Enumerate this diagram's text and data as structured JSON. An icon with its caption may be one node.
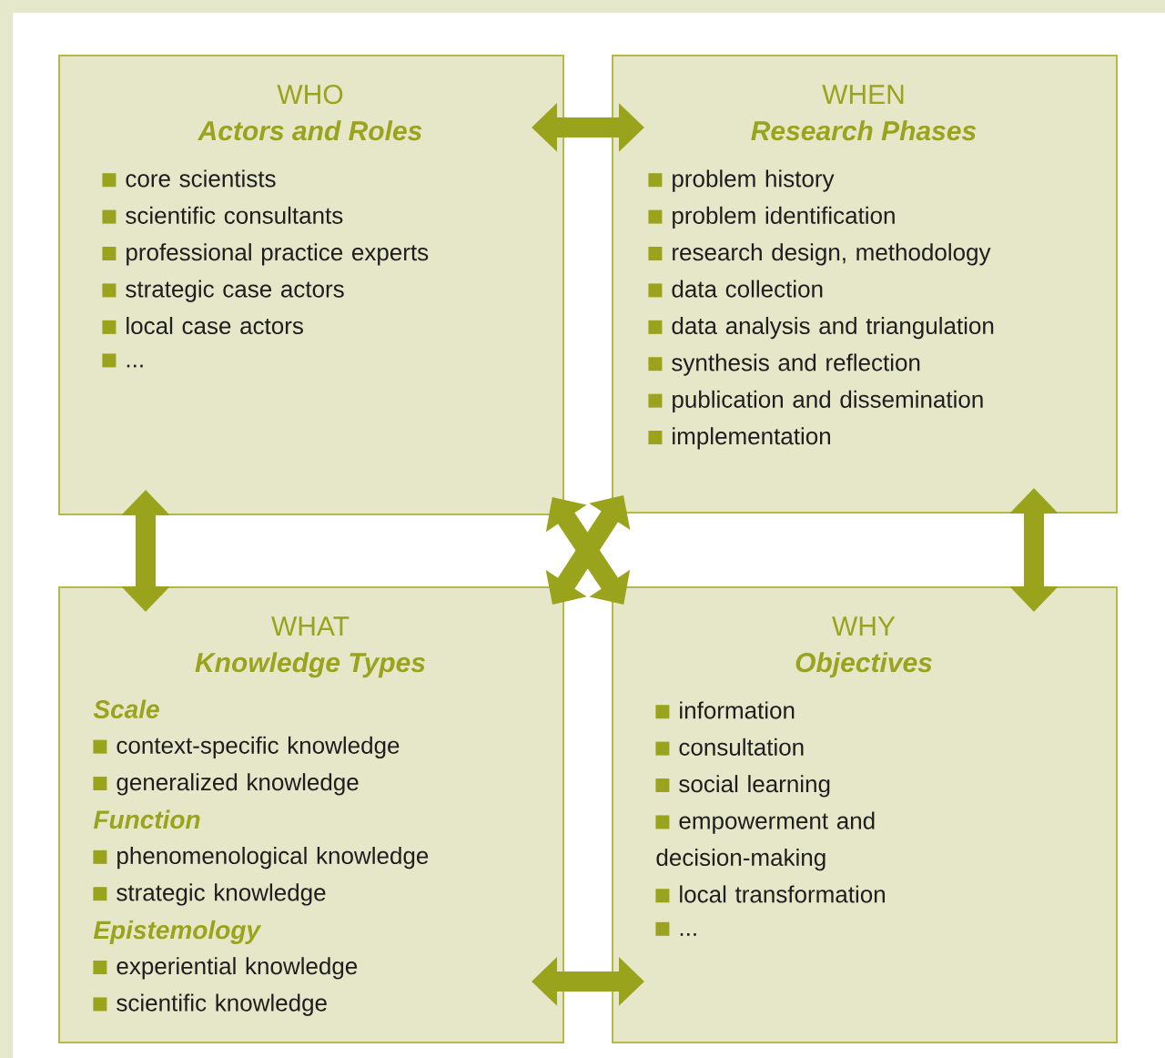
{
  "diagram": {
    "nodes": [
      {
        "text": [
          "WHO",
          "Actors and Roles",
          "core scientists",
          "scientific consultants",
          "professional practice experts",
          "strategic case actors",
          "local case actors",
          "..."
        ]
      },
      {
        "text": [
          "WHEN",
          "Research Phases",
          "problem history",
          "problem identification",
          "research design, methodology",
          "data collection",
          "data analysis and triangulation",
          "synthesis and reflection",
          "publication and dissemination",
          "implementation"
        ]
      },
      {
        "text": [
          "WHAT",
          "Knowledge Types",
          "Scale",
          "context-specific knowledge",
          "generalized knowledge",
          "Function",
          "phenomenological knowledge",
          "strategic knowledge",
          "Epistemology",
          "experiential knowledge",
          "scientific knowledge"
        ]
      },
      {
        "text": [
          "WHY",
          "Objectives",
          "information",
          "consultation",
          "social learning",
          "empowerment and decision-making",
          "local transformation",
          "..."
        ]
      }
    ],
    "edges": [
      {
        "from": 0,
        "to": 1,
        "arrow": "both"
      },
      {
        "from": 0,
        "to": 2,
        "arrow": "both"
      },
      {
        "from": 1,
        "to": 3,
        "arrow": "both"
      },
      {
        "from": 2,
        "to": 3,
        "arrow": "both"
      },
      {
        "from": 0,
        "to": 3,
        "arrow": "both"
      },
      {
        "from": 1,
        "to": 2,
        "arrow": "both"
      }
    ]
  }
}
